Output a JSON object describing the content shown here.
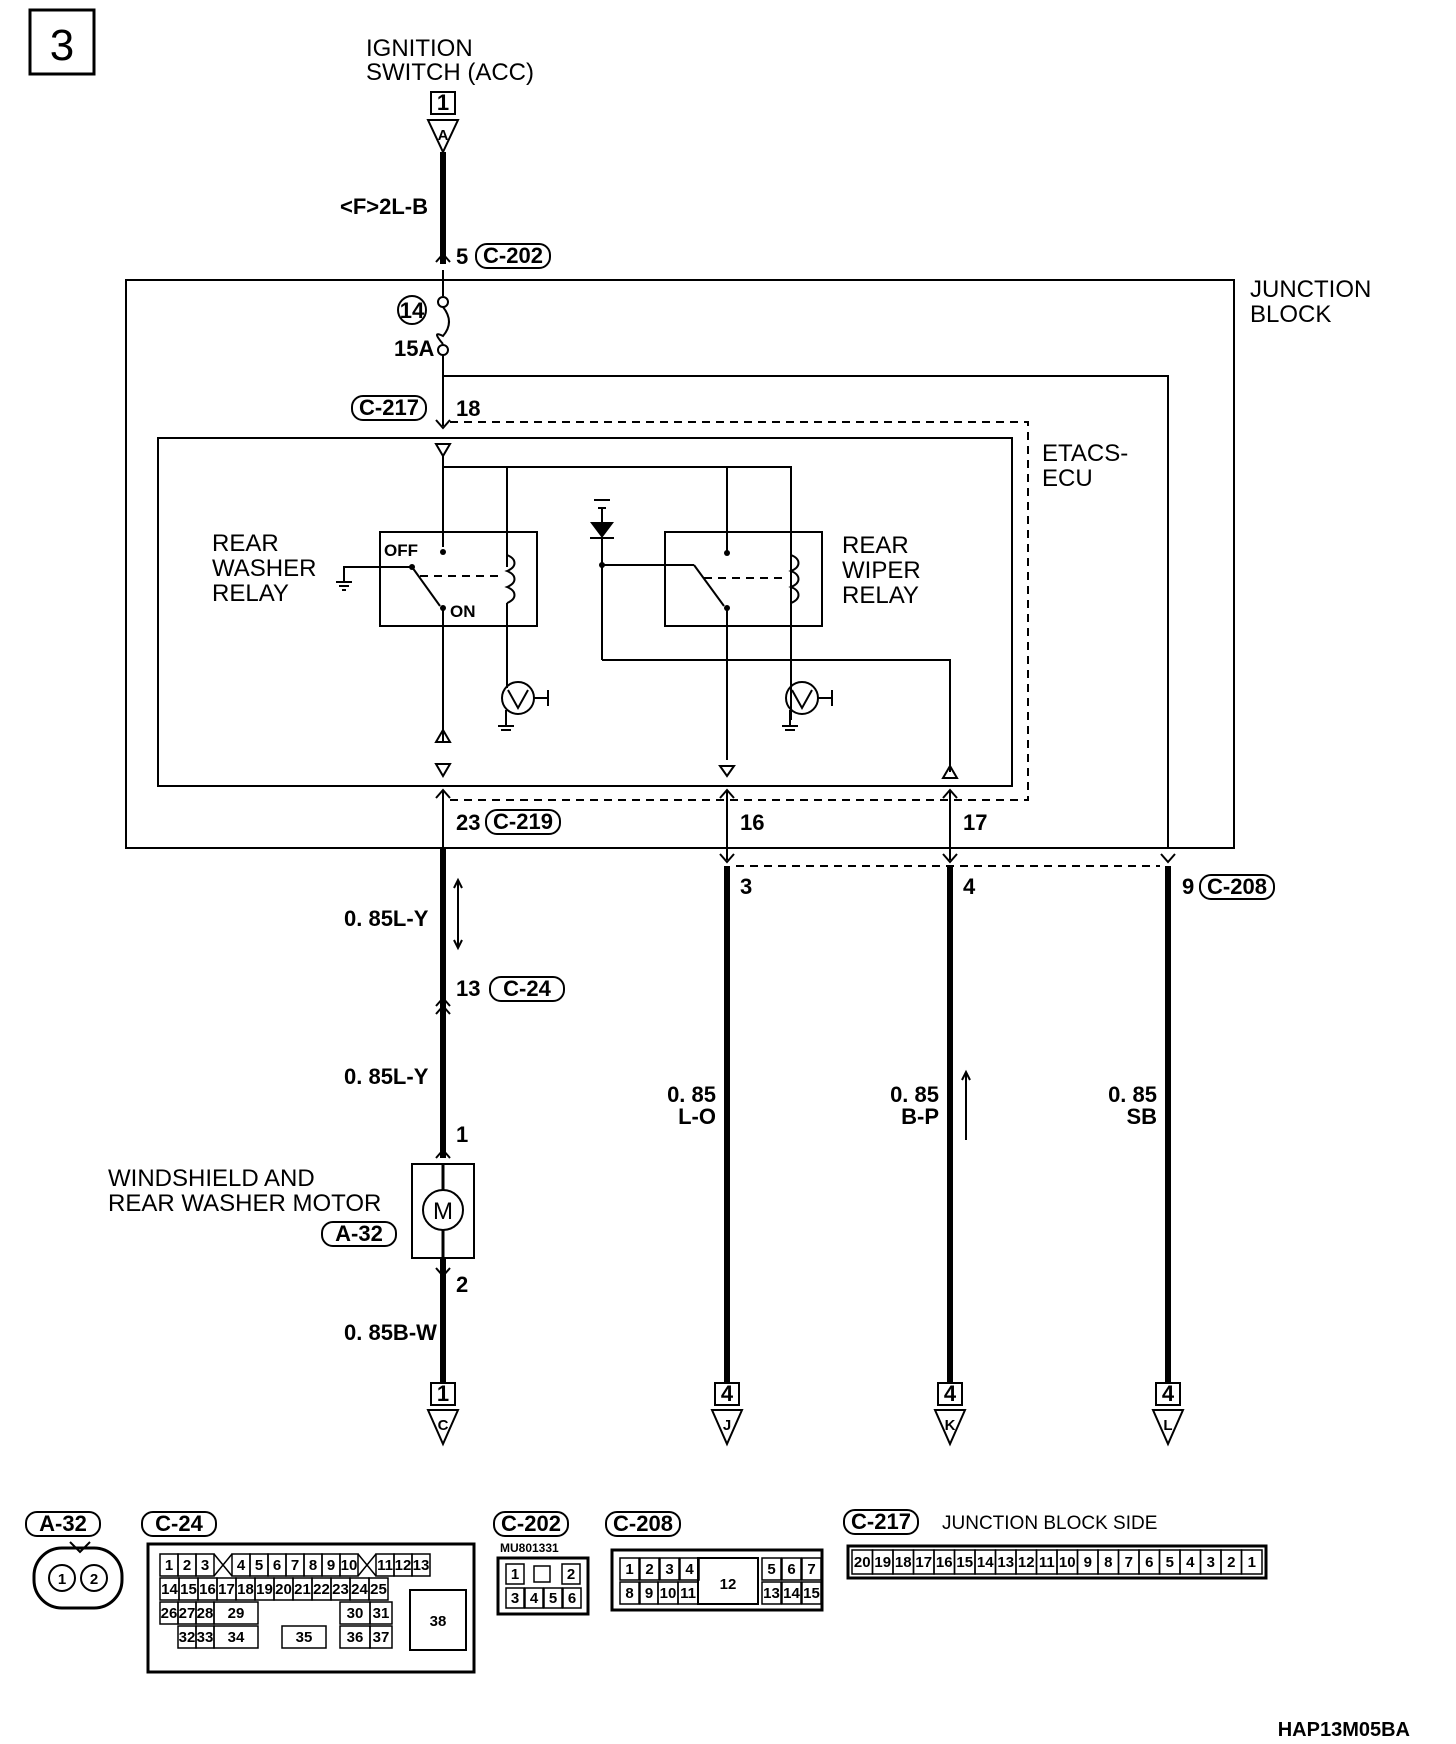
{
  "page_number": "3",
  "ignition_switch": {
    "line1": "IGNITION",
    "line2": "SWITCH (ACC)",
    "ref": "1",
    "letter": "A"
  },
  "wire_top": "<F>2L-B",
  "c202_top": {
    "pin": "5",
    "conn": "C-202"
  },
  "junction_block": {
    "line1": "JUNCTION",
    "line2": "BLOCK"
  },
  "fuse": {
    "num": "14",
    "rating": "15A"
  },
  "c217": {
    "conn": "C-217",
    "pin": "18"
  },
  "etacs": {
    "line1": "ETACS-",
    "line2": "ECU"
  },
  "rear_washer_relay": {
    "line1": "REAR",
    "line2": "WASHER",
    "line3": "RELAY",
    "off": "OFF",
    "on": "ON"
  },
  "rear_wiper_relay": {
    "line1": "REAR",
    "line2": "WIPER",
    "line3": "RELAY"
  },
  "c219": {
    "pin": "23",
    "conn": "C-219"
  },
  "pin_16": "16",
  "pin_17": "17",
  "c208": {
    "pin_a": "3",
    "pin_b": "4",
    "pin_c": "9",
    "conn": "C-208"
  },
  "wire_lY_1": "0. 85L-Y",
  "c24_mid": {
    "pin": "13",
    "conn": "C-24"
  },
  "wire_lY_2": "0. 85L-Y",
  "wire_lo": {
    "gauge": "0. 85",
    "color": "L-O"
  },
  "wire_bp": {
    "gauge": "0. 85",
    "color": "B-P"
  },
  "wire_sb": {
    "gauge": "0. 85",
    "color": "SB"
  },
  "motor": {
    "line1": "WINDSHIELD AND",
    "line2": "REAR WASHER MOTOR",
    "conn": "A-32",
    "pin_top": "1",
    "pin_bottom": "2",
    "symbol": "M"
  },
  "wire_bw": "0. 85B-W",
  "terminals": [
    {
      "ref": "1",
      "letter": "C"
    },
    {
      "ref": "4",
      "letter": "J"
    },
    {
      "ref": "4",
      "letter": "K"
    },
    {
      "ref": "4",
      "letter": "L"
    }
  ],
  "connectors": {
    "a32": {
      "label": "A-32",
      "pins": [
        "1",
        "2"
      ]
    },
    "c24": {
      "label": "C-24",
      "row1": [
        "1",
        "2",
        "3",
        "4",
        "5",
        "6",
        "7",
        "8",
        "9",
        "10",
        "11",
        "12",
        "13"
      ],
      "row2": [
        "14",
        "15",
        "16",
        "17",
        "18",
        "19",
        "20",
        "21",
        "22",
        "23",
        "24",
        "25"
      ],
      "row3": [
        "26",
        "27",
        "28",
        "29",
        "30",
        "31"
      ],
      "row4": [
        "32",
        "33",
        "34",
        "35",
        "36",
        "37"
      ],
      "big": "38"
    },
    "c202": {
      "label": "C-202",
      "part": "MU801331",
      "pins": [
        "1",
        "2",
        "3",
        "4",
        "5",
        "6"
      ]
    },
    "c208": {
      "label": "C-208",
      "row1": [
        "1",
        "2",
        "3",
        "4",
        "5",
        "6",
        "7"
      ],
      "row2": [
        "8",
        "9",
        "10",
        "11",
        "13",
        "14",
        "15"
      ],
      "big": "12"
    },
    "c217": {
      "label": "C-217",
      "note": "JUNCTION BLOCK SIDE",
      "pins": [
        "20",
        "19",
        "18",
        "17",
        "16",
        "15",
        "14",
        "13",
        "12",
        "11",
        "10",
        "9",
        "8",
        "7",
        "6",
        "5",
        "4",
        "3",
        "2",
        "1"
      ]
    }
  },
  "figure_code": "HAP13M05BA"
}
